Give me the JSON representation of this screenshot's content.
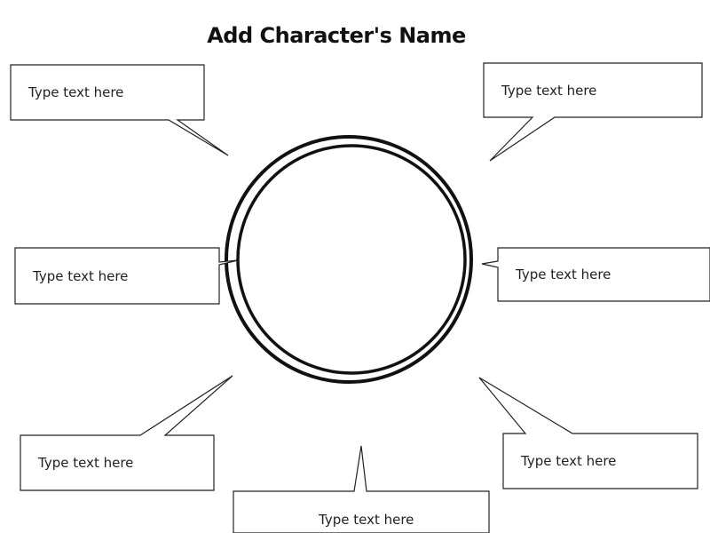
{
  "title": "Add Character's Name",
  "callouts": [
    {
      "id": "top-left",
      "text": "Type text here"
    },
    {
      "id": "top-right",
      "text": "Type text here"
    },
    {
      "id": "middle-left",
      "text": "Type text here"
    },
    {
      "id": "middle-right",
      "text": "Type text here"
    },
    {
      "id": "bottom-left",
      "text": "Type text here"
    },
    {
      "id": "bottom-right",
      "text": "Type text here"
    },
    {
      "id": "bottom-center",
      "text": "Type text here"
    }
  ],
  "colors": {
    "outline": "#222222",
    "ring": "#111111",
    "background": "#ffffff"
  }
}
